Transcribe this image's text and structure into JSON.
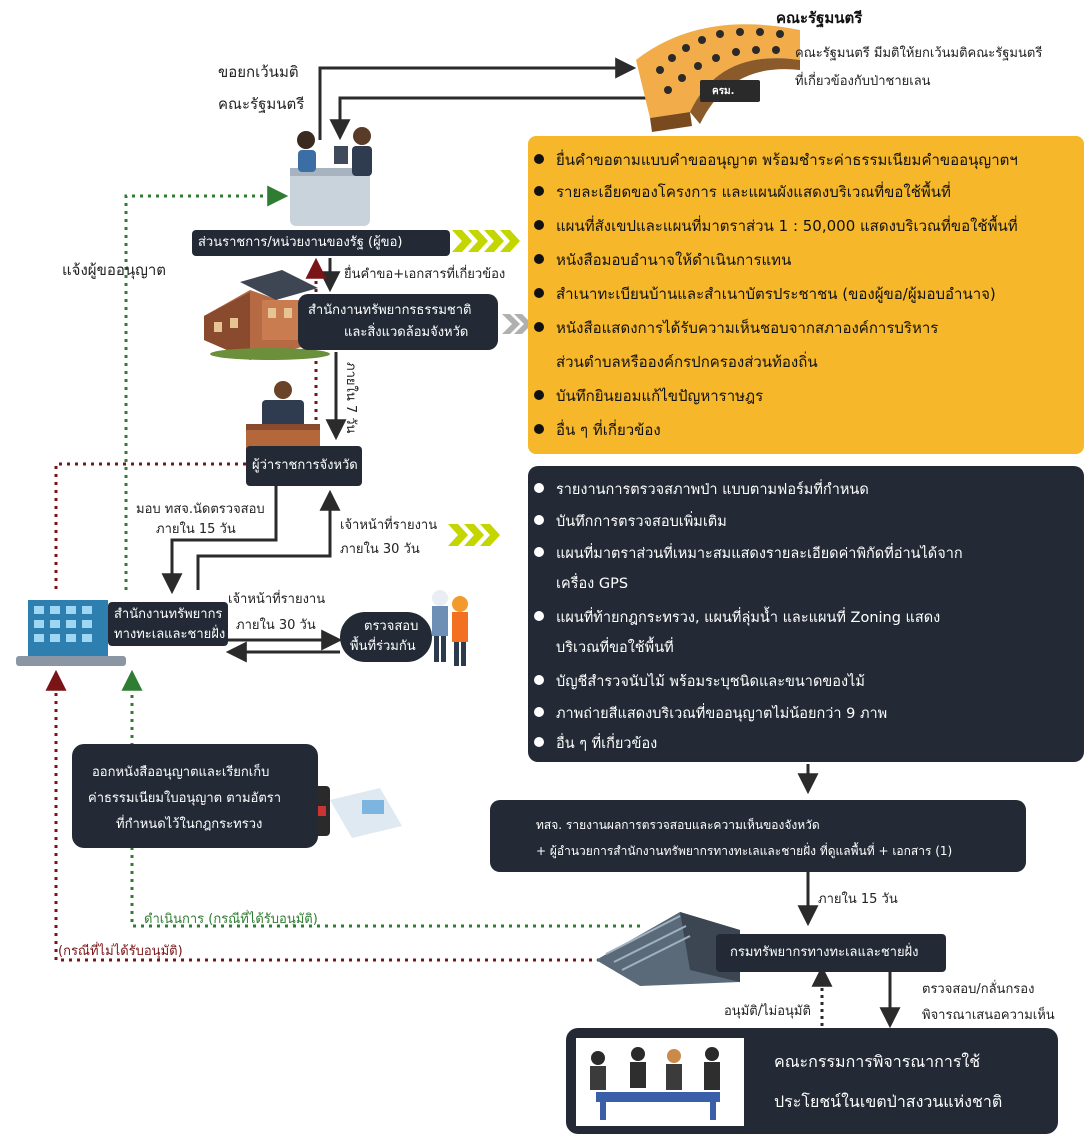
{
  "cabinet": {
    "title": "คณะรัฐมนตรี",
    "desc_line1": "คณะรัฐมนตรี มีมติให้ยกเว้นมติคณะรัฐมนตรี",
    "desc_line2": "ที่เกี่ยวข้องกับป่าชายเลน",
    "sign": "ครม."
  },
  "request_exemption": {
    "line1": "ขอยกเว้นมติ",
    "line2": "คณะรัฐมนตรี"
  },
  "notify_applicant": "แจ้งผู้ขออนุญาต",
  "nodes": {
    "agency": "ส่วนราชการ/หน่วยงานของรัฐ (ผู้ขอ)",
    "prov_env_line1": "สำนักงานทรัพยากรธรรมชาติ",
    "prov_env_line2": "และสิ่งแวดล้อมจังหวัด",
    "governor": "ผู้ว่าราชการจังหวัด",
    "marine_office_line1": "สำนักงานทรัพยากร",
    "marine_office_line2": "ทางทะเลและชายฝั่ง",
    "joint_inspect_line1": "ตรวจสอบ",
    "joint_inspect_line2": "พื้นที่ร่วมกัน",
    "issue_permit_line1": "ออกหนังสืออนุญาตและเรียกเก็บ",
    "issue_permit_line2": "ค่าธรรมเนียมใบอนุญาต ตามอัตรา",
    "issue_permit_line3": "ที่กำหนดไว้ในกฎกระทรวง",
    "report_line1": "ทสจ. รายงานผลการตรวจสอบและความเห็นของจังหวัด",
    "report_line2": "+ ผู้อำนวยการสำนักงานทรัพยากรทางทะเลและชายฝั่ง  ที่ดูแลพื้นที่ + เอกสาร (1)",
    "department": "กรมทรัพยากรทางทะเลและชายฝั่ง",
    "committee_line1": "คณะกรรมการพิจารณาการใช้",
    "committee_line2": "ประโยชน์ในเขตป่าสงวนแห่งชาติ"
  },
  "edge_labels": {
    "submit_docs": "ยื่นคำขอ+เอกสารที่เกี่ยวข้อง",
    "within_7": "ภายใน 7 วัน",
    "assign_line1": "มอบ ทสจ.นัดตรวจสอบ",
    "assign_line2": "ภายใน 15 วัน",
    "officer_report_a_line1": "เจ้าหน้าที่รายงาน",
    "officer_report_a_line2": "ภายใน 30 วัน",
    "officer_report_b_line1": "เจ้าหน้าที่รายงาน",
    "officer_report_b_line2": "ภายใน  30 วัน",
    "within_15": "ภายใน 15 วัน",
    "proceed_approved": "ดำเนินการ (กรณีที่ได้รับอนุมัติ)",
    "not_approved": "(กรณีที่ไม่ได้รับอนุมัติ)",
    "approve_or_not": "อนุมัติ/ไม่อนุมัติ",
    "screen_line1": "ตรวจสอบ/กลั่นกรอง",
    "screen_line2": "พิจารณาเสนอความเห็น"
  },
  "application_docs": [
    "ยื่นคำขอตามแบบคำขออนุญาต พร้อมชำระค่าธรรมเนียมคำขออนุญาตฯ",
    "รายละเอียดของโครงการ และแผนผังแสดงบริเวณที่ขอใช้พื้นที่",
    "แผนที่สังเขปและแผนที่มาตราส่วน 1 : 50,000 แสดงบริเวณที่ขอใช้พื้นที่",
    "หนังสือมอบอำนาจให้ดำเนินการแทน",
    "สำเนาทะเบียนบ้านและสำเนาบัตรประชาชน (ของผู้ขอ/ผู้มอบอำนาจ)",
    "หนังสือแสดงการได้รับความเห็นชอบจากสภาองค์การบริหาร",
    "ส่วนตำบลหรือองค์กรปกครองส่วนท้องถิ่น",
    "บันทึกยินยอมแก้ไขปัญหาราษฎร",
    "อื่น ๆ ที่เกี่ยวข้อง"
  ],
  "inspection_docs": [
    "รายงานการตรวจสภาพป่า แบบตามฟอร์มที่กำหนด",
    "บันทึกการตรวจสอบเพิ่มเติม",
    "แผนที่มาตราส่วนที่เหมาะสมแสดงรายละเอียดค่าพิกัดที่อ่านได้จาก",
    "เครื่อง GPS",
    "แผนที่ท้ายกฎกระทรวง, แผนที่ลุ่มน้ำ และแผนที่ Zoning  แสดง",
    "บริเวณที่ขอใช้พื้นที่",
    "บัญชีสำรวจนับไม้ พร้อมระบุชนิดและขนาดของไม้",
    "ภาพถ่ายสีแสดงบริเวณที่ขออนุญาตไม่น้อยกว่า 9 ภาพ",
    "อื่น ๆ ที่เกี่ยวข้อง"
  ],
  "colors": {
    "dark_box": "#232a35",
    "yellow_panel": "#f6b82a",
    "green_chevron": "#c4d600",
    "green_dotted": "#2f7d32",
    "red_dotted": "#7a1416"
  }
}
